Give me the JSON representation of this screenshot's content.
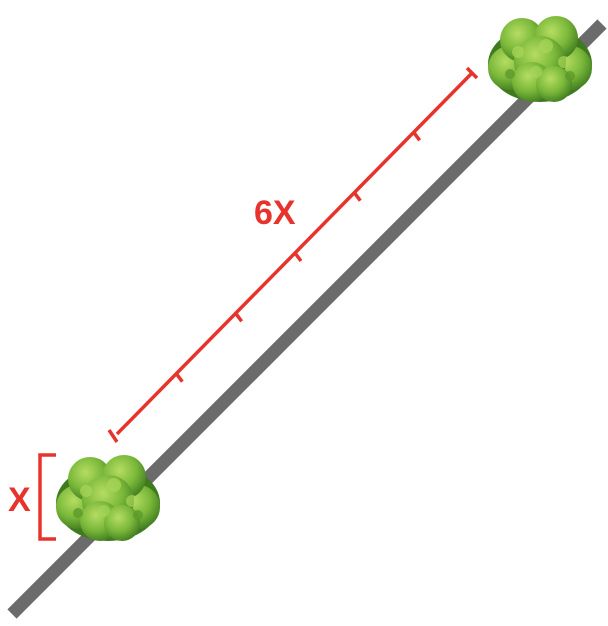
{
  "labels": {
    "spacing": "6X",
    "height": "X"
  },
  "colors": {
    "slope": "#6b6b6b",
    "measure": "#e8332d",
    "shrub_light": "#8cc63f",
    "shrub_mid": "#6aa532",
    "shrub_dark": "#3f7a1f"
  },
  "measure_ticks": 6
}
